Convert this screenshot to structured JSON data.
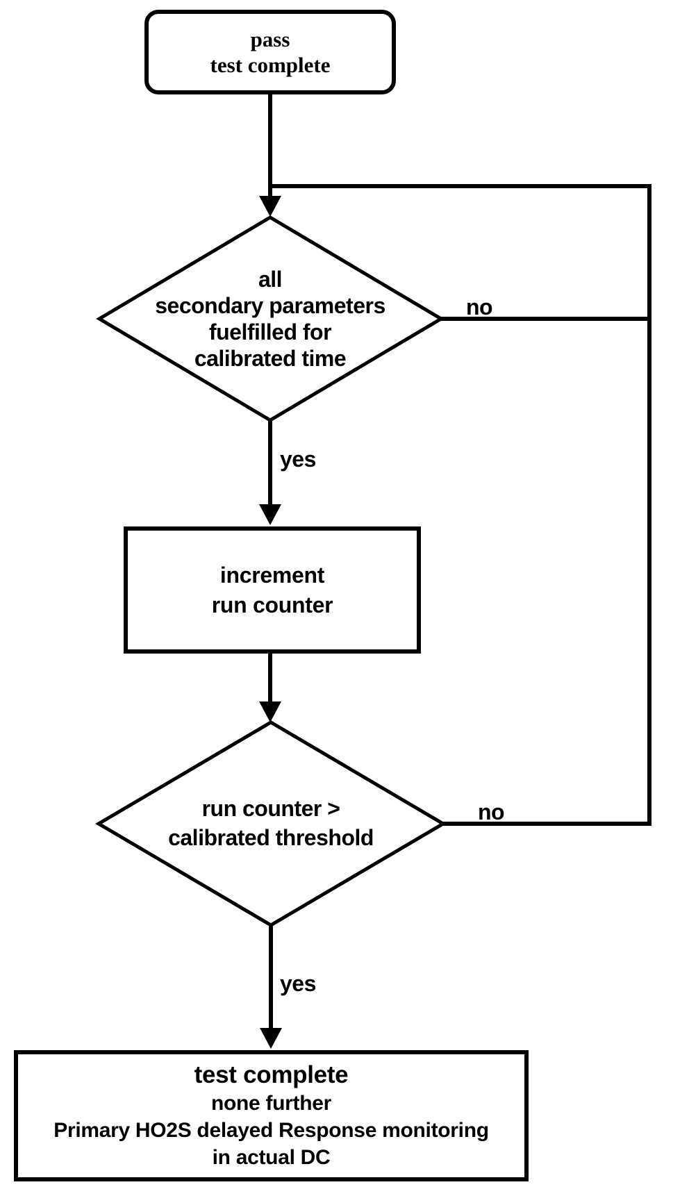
{
  "page": {
    "background": "#ffffff",
    "ink_color": "#000000",
    "diagram_type": "flowchart"
  },
  "flowchart": {
    "start": {
      "shape": "rounded-rectangle",
      "lines": [
        "pass",
        "test complete"
      ]
    },
    "decision_secondary_params": {
      "shape": "diamond",
      "lines": [
        "all",
        "secondary parameters",
        "fuelfilled for",
        "calibrated time"
      ],
      "yes_label": "yes",
      "no_label": "no"
    },
    "process_increment": {
      "shape": "rectangle",
      "lines": [
        "increment",
        "run counter"
      ]
    },
    "decision_run_counter": {
      "shape": "diamond",
      "lines": [
        "run counter >",
        "calibrated threshold"
      ],
      "yes_label": "yes",
      "no_label": "no"
    },
    "end": {
      "shape": "rectangle",
      "lines": [
        "test complete",
        "none further",
        "Primary HO2S delayed Response monitoring",
        "in actual DC"
      ]
    }
  }
}
